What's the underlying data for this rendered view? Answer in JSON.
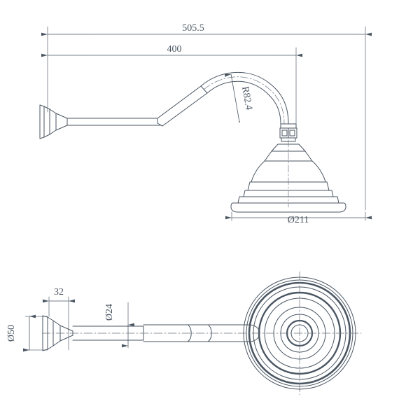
{
  "drawing": {
    "title": "Shower arm and rose technical drawing",
    "line_color": "#4a5662",
    "thin_color": "#6b7680",
    "background": "#ffffff",
    "units": "mm",
    "views": [
      {
        "name": "side-elevation",
        "description": "Side elevation of wall mounted shower arm with bell shower rose"
      },
      {
        "name": "plan-view",
        "description": "Plan view of shower arm with concentric ring shower rose"
      }
    ]
  },
  "dimensions": {
    "overall_length": "505.5",
    "arm_projection": "400",
    "bend_radius": "R82.4",
    "rose_diameter": "Ø211",
    "flange_length": "32",
    "tube_diameter": "Ø24",
    "flange_diameter": "Ø50"
  },
  "labels": {
    "overall_length": "505.5",
    "arm_projection": "400",
    "bend_radius": "R82.4",
    "rose_diameter": "Ø211",
    "flange_length": "32",
    "tube_diameter": "Ø24",
    "flange_diameter": "Ø50"
  }
}
